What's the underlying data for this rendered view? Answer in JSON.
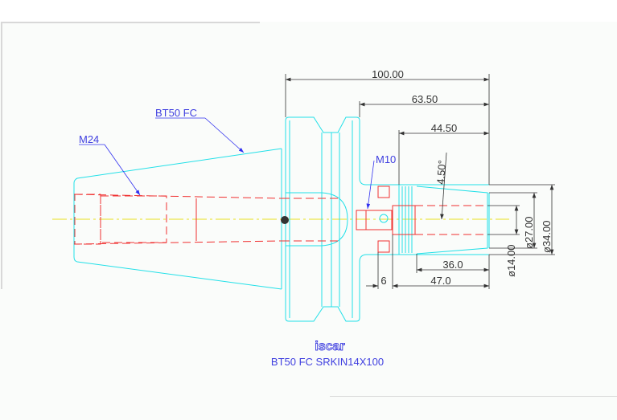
{
  "labels": {
    "holder_type": "BT50 FC",
    "thread_rear": "M24",
    "thread_screw": "M10",
    "part_name": "BT50 FC SRKIN14X100",
    "logo": "iscar"
  },
  "dimensions": {
    "overall_length": "100.00",
    "flange_to_end": "63.50",
    "nose_length": "44.50",
    "taper_angle": "4.50°",
    "bore_depth": "36.0",
    "body_length": "47.0",
    "groove_offset": "6",
    "bore_diameter": "ø14.00",
    "nose_end_diameter": "ø27.00",
    "nose_diameter": "ø34.00"
  },
  "colors": {
    "body": "#22e0e8",
    "hidden": "#f03030",
    "dimension": "#333333",
    "annotation": "#3030f0",
    "centerline": "#e8e020"
  }
}
